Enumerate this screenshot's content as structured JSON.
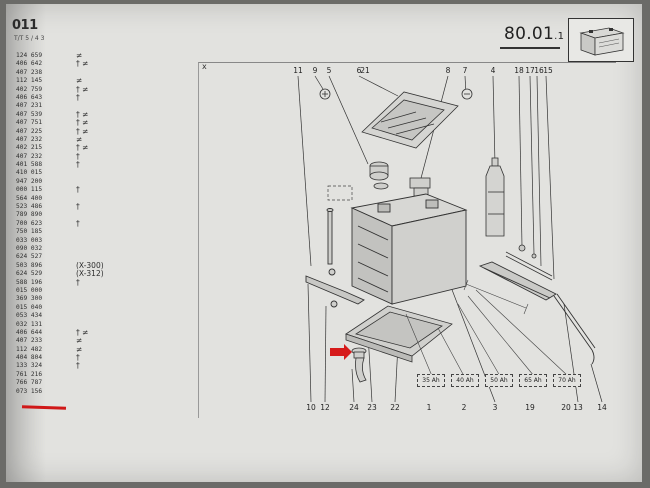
{
  "header": {
    "code": "011",
    "sub": "T/T 5 / 4 3",
    "section_number": "80.01",
    "section_sub": ".1"
  },
  "parts_list": [
    {
      "pn": "124 659",
      "note": "≠"
    },
    {
      "pn": "406 642",
      "note": "† ≠"
    },
    {
      "pn": "407 238",
      "note": ""
    },
    {
      "pn": "112 145",
      "note": "≠"
    },
    {
      "pn": "402 759",
      "note": "† ≠"
    },
    {
      "pn": "406 643",
      "note": "†"
    },
    {
      "pn": "407 231",
      "note": ""
    },
    {
      "pn": "407 539",
      "note": "† ≠"
    },
    {
      "pn": "407 751",
      "note": "† ≠"
    },
    {
      "pn": "407 225",
      "note": "† ≠"
    },
    {
      "pn": "407 232",
      "note": "≠"
    },
    {
      "pn": "402 215",
      "note": "† ≠"
    },
    {
      "pn": "407 232",
      "note": "†"
    },
    {
      "pn": "401 588",
      "note": "†"
    },
    {
      "pn": "410 015",
      "note": ""
    },
    {
      "pn": "947 200",
      "note": ""
    },
    {
      "pn": "000 115",
      "note": "†"
    },
    {
      "pn": "564 400",
      "note": ""
    },
    {
      "pn": "523 486",
      "note": "†"
    },
    {
      "pn": "789 890",
      "note": ""
    },
    {
      "pn": "700 623",
      "note": "†"
    },
    {
      "pn": "750 185",
      "note": ""
    },
    {
      "pn": "033 003",
      "note": ""
    },
    {
      "pn": "090 032",
      "note": ""
    },
    {
      "pn": "624 527",
      "note": ""
    },
    {
      "pn": "503 896",
      "note": "(X-300)"
    },
    {
      "pn": "624 529",
      "note": "(X-312)"
    },
    {
      "pn": "588 196",
      "note": "†"
    },
    {
      "pn": "015 000",
      "note": ""
    },
    {
      "pn": "369 300",
      "note": ""
    },
    {
      "pn": "015 040",
      "note": ""
    },
    {
      "pn": "053 434",
      "note": ""
    },
    {
      "pn": "032 131",
      "note": ""
    },
    {
      "pn": "406 644",
      "note": "† ≠"
    },
    {
      "pn": "407 233",
      "note": "≠"
    },
    {
      "pn": "112 482",
      "note": "≠"
    },
    {
      "pn": "404 804",
      "note": "†"
    },
    {
      "pn": "133 324",
      "note": "†"
    },
    {
      "pn": "761 216",
      "note": ""
    },
    {
      "pn": "766 787",
      "note": ""
    },
    {
      "pn": "073 156",
      "note": ""
    }
  ],
  "diagram": {
    "frame_mark": "x",
    "top_callouts": [
      "11",
      "9",
      "5",
      "6",
      "21",
      "8",
      "7",
      "4",
      "18",
      "17",
      "16",
      "15"
    ],
    "bottom_callouts": [
      "10",
      "12",
      "24",
      "23",
      "22",
      "1",
      "2",
      "3",
      "19",
      "20",
      "13",
      "14"
    ],
    "capacity_labels": [
      "35 Ah",
      "40 Ah",
      "50 Ah",
      "65 Ah",
      "70 Ah"
    ],
    "accent_color": "#d61a1a"
  }
}
